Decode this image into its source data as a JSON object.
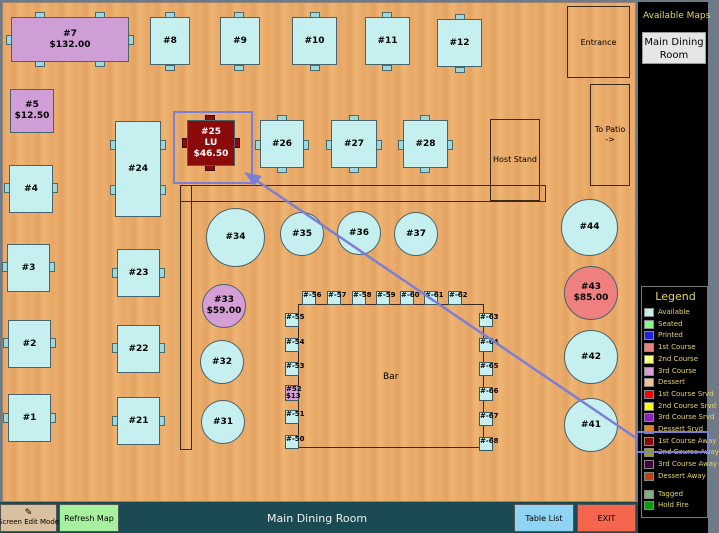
{
  "floor": {
    "tables": {
      "t7": {
        "num": "#7",
        "amt": "$132.00"
      },
      "t8": {
        "num": "#8"
      },
      "t9": {
        "num": "#9"
      },
      "t10": {
        "num": "#10"
      },
      "t11": {
        "num": "#11"
      },
      "t12": {
        "num": "#12"
      },
      "t5": {
        "num": "#5",
        "amt": "$12.50"
      },
      "t25": {
        "num": "#25",
        "code": "LU",
        "amt": "$46.50"
      },
      "t24": {
        "num": "#24"
      },
      "t26": {
        "num": "#26"
      },
      "t27": {
        "num": "#27"
      },
      "t28": {
        "num": "#28"
      },
      "t4": {
        "num": "#4"
      },
      "t3": {
        "num": "#3"
      },
      "t2": {
        "num": "#2"
      },
      "t1": {
        "num": "#1"
      },
      "t23": {
        "num": "#23"
      },
      "t22": {
        "num": "#22"
      },
      "t21": {
        "num": "#21"
      },
      "t34": {
        "num": "#34"
      },
      "t35": {
        "num": "#35"
      },
      "t36": {
        "num": "#36"
      },
      "t37": {
        "num": "#37"
      },
      "t33": {
        "num": "#33",
        "amt": "$59.00"
      },
      "t32": {
        "num": "#32"
      },
      "t31": {
        "num": "#31"
      },
      "t44": {
        "num": "#44"
      },
      "t43": {
        "num": "#43",
        "amt": "$85.00"
      },
      "t42": {
        "num": "#42"
      },
      "t41": {
        "num": "#41"
      }
    },
    "entrance": "Entrance",
    "to_patio": "To Patio ->",
    "host_stand": "Host Stand",
    "bar": "Bar",
    "stools": {
      "s56": "#-56",
      "s57": "#-57",
      "s58": "#-58",
      "s59": "#-59",
      "s60": "#-60",
      "s61": "#-61",
      "s62": "#-62",
      "s55": "#-55",
      "s54": "#-54",
      "s53": "#-53",
      "s52": "#52 $13",
      "s51": "#-51",
      "s50": "#-50",
      "s63": "#-63",
      "s64": "#-64",
      "s65": "#-65",
      "s66": "#-66",
      "s67": "#-67",
      "s68": "#-68"
    }
  },
  "sidebar": {
    "title": "Available Maps",
    "map_button": "Main Dining Room"
  },
  "legend": {
    "title": "Legend",
    "items": [
      {
        "label": "Available",
        "color": "#c6f0f0"
      },
      {
        "label": "Seated",
        "color": "#80ff80"
      },
      {
        "label": "Printed",
        "color": "#2020e0"
      },
      {
        "label": "1st Course",
        "color": "#f08080"
      },
      {
        "label": "2nd Course",
        "color": "#ffff80"
      },
      {
        "label": "3rd Course",
        "color": "#d69ed6"
      },
      {
        "label": "Dessert",
        "color": "#f4c090"
      },
      {
        "label": "1st Course Srvd",
        "color": "#ff0000"
      },
      {
        "label": "2nd Course Srvd",
        "color": "#ffff00"
      },
      {
        "label": "3rd Course Srvd",
        "color": "#9020c0"
      },
      {
        "label": "Dessert Srvd",
        "color": "#e08020"
      },
      {
        "label": "1st Course Away",
        "color": "#8b0b0b"
      },
      {
        "label": "2nd Course Away",
        "color": "#a0a000"
      },
      {
        "label": "3rd Course Away",
        "color": "#400040"
      },
      {
        "label": "Dessert Away",
        "color": "#c04010"
      },
      {
        "label": "Tagged",
        "color": "#80b080"
      },
      {
        "label": "Hold Fire",
        "color": "#00a000"
      }
    ]
  },
  "bottom": {
    "screen_edit": "Screen Edit Mode",
    "refresh": "Refresh Map",
    "room_title": "Main Dining Room",
    "table_list": "Table List",
    "exit": "EXIT"
  },
  "colors": {
    "available": "#c6f0f0",
    "selected_outline": "#7a7fd6",
    "floor": "#e8a766",
    "bottom_bar": "#1a4a52"
  }
}
